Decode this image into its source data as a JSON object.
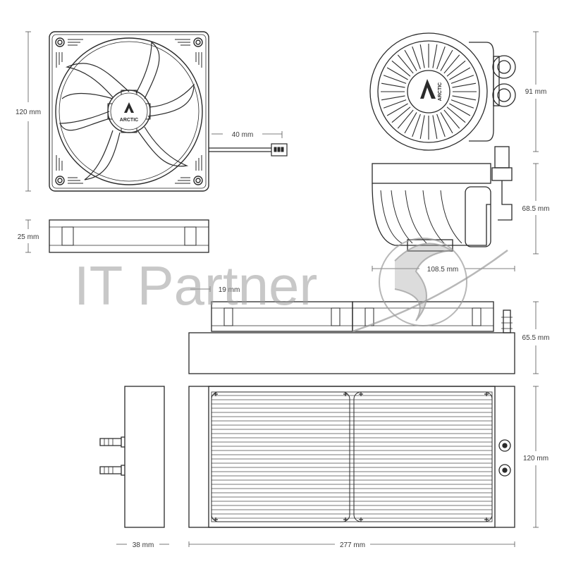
{
  "fan": {
    "hub_logo_text": "ARCTIC",
    "dim_height": "120 mm",
    "dim_cable": "40 mm",
    "dim_thickness": "25 mm"
  },
  "pump": {
    "cap_logo_text": "ARCTIC",
    "dim_height_top": "91 mm",
    "dim_height_side": "68.5 mm",
    "dim_width": "108.5 mm"
  },
  "radiator": {
    "dim_fan_gap": "19 mm",
    "dim_height_side": "65.5 mm",
    "dim_height_front": "120 mm",
    "dim_width": "277 mm",
    "dim_end_tank": "38 mm"
  },
  "watermark": {
    "text": "IT Partner"
  },
  "colors": {
    "line": "#2a2a2a",
    "dim_line": "#555555",
    "watermark": "#9a9a9a"
  }
}
